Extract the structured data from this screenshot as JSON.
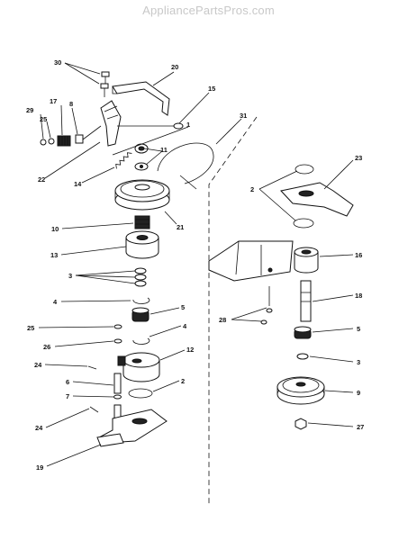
{
  "watermark": "AppliancePartsPros.com",
  "callouts": [
    {
      "key": "c30",
      "label": "30"
    },
    {
      "key": "c20",
      "label": "20"
    },
    {
      "key": "c15",
      "label": "15"
    },
    {
      "key": "c29",
      "label": "29"
    },
    {
      "key": "c17",
      "label": "17"
    },
    {
      "key": "c8",
      "label": "8"
    },
    {
      "key": "c25a",
      "label": "25"
    },
    {
      "key": "c1",
      "label": "1"
    },
    {
      "key": "c31",
      "label": "31"
    },
    {
      "key": "c11",
      "label": "11"
    },
    {
      "key": "c22",
      "label": "22"
    },
    {
      "key": "c14",
      "label": "14"
    },
    {
      "key": "c23",
      "label": "23"
    },
    {
      "key": "c2a",
      "label": "2"
    },
    {
      "key": "c21",
      "label": "21"
    },
    {
      "key": "c10",
      "label": "10"
    },
    {
      "key": "c13",
      "label": "13"
    },
    {
      "key": "c16",
      "label": "16"
    },
    {
      "key": "c3a",
      "label": "3"
    },
    {
      "key": "c4a",
      "label": "4"
    },
    {
      "key": "c18",
      "label": "18"
    },
    {
      "key": "c5a",
      "label": "5"
    },
    {
      "key": "c28",
      "label": "28"
    },
    {
      "key": "c25b",
      "label": "25"
    },
    {
      "key": "c4b",
      "label": "4"
    },
    {
      "key": "c5b",
      "label": "5"
    },
    {
      "key": "c26",
      "label": "26"
    },
    {
      "key": "c12",
      "label": "12"
    },
    {
      "key": "c3b",
      "label": "3"
    },
    {
      "key": "c24a",
      "label": "24"
    },
    {
      "key": "c6",
      "label": "6"
    },
    {
      "key": "c2b",
      "label": "2"
    },
    {
      "key": "c9",
      "label": "9"
    },
    {
      "key": "c7",
      "label": "7"
    },
    {
      "key": "c24b",
      "label": "24"
    },
    {
      "key": "c27",
      "label": "27"
    },
    {
      "key": "c19",
      "label": "19"
    }
  ]
}
